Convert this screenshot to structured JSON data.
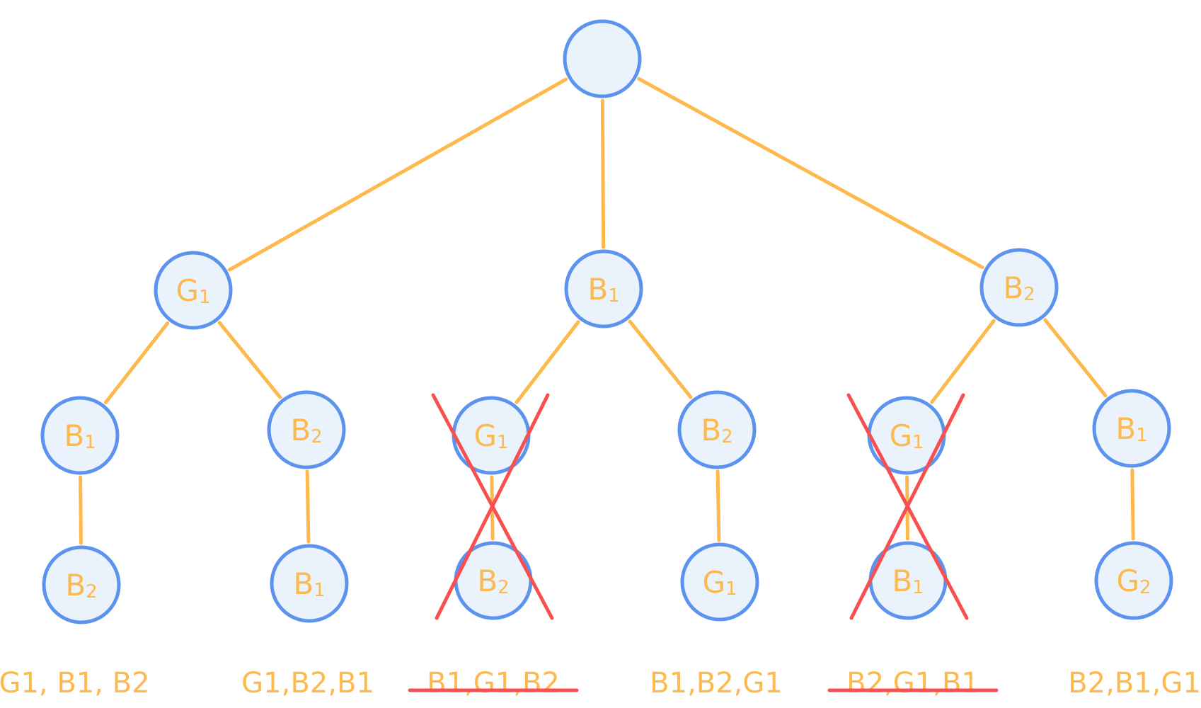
{
  "tree": {
    "root": {
      "label": ""
    },
    "level1": [
      {
        "label": "G1"
      },
      {
        "label": "B1"
      },
      {
        "label": "B2"
      }
    ],
    "level2": [
      {
        "label": "B1",
        "crossed": false
      },
      {
        "label": "B2",
        "crossed": false
      },
      {
        "label": "G1",
        "crossed": true
      },
      {
        "label": "B2",
        "crossed": false
      },
      {
        "label": "G1",
        "crossed": true
      },
      {
        "label": "B1",
        "crossed": false
      }
    ],
    "level3": [
      {
        "label": "B2"
      },
      {
        "label": "B1"
      },
      {
        "label": "B2"
      },
      {
        "label": "G1"
      },
      {
        "label": "B1"
      },
      {
        "label": "G2"
      }
    ],
    "sequences": [
      {
        "text": "G1, B1, B2",
        "struck": false
      },
      {
        "text": "G1,B2,B1",
        "struck": false
      },
      {
        "text": "B1,G1,B2",
        "struck": true
      },
      {
        "text": "B1,B2,G1",
        "struck": false
      },
      {
        "text": "B2,G1,B1",
        "struck": true
      },
      {
        "text": "B2,B1,G1",
        "struck": false
      }
    ]
  },
  "colors": {
    "edge": "#FDB94D",
    "node_fill": "#EAF2FC",
    "node_stroke": "#5C93EE",
    "cross": "#F75050"
  }
}
